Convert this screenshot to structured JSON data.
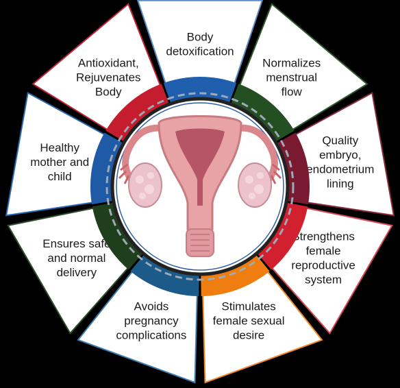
{
  "benefits": [
    {
      "lines": [
        "Body",
        "detoxification"
      ],
      "border_color": "#5b8dc9",
      "ring_color": "#1f5fae"
    },
    {
      "lines": [
        "Normalizes",
        "menstrual",
        "flow"
      ],
      "border_color": "#2f5a2c",
      "ring_color": "#244f22"
    },
    {
      "lines": [
        "Quality",
        "embryo,",
        "endometrium",
        "lining"
      ],
      "border_color": "#8a2a3e",
      "ring_color": "#7a1a30"
    },
    {
      "lines": [
        "Strengthens",
        "female",
        "reproductive",
        "system"
      ],
      "border_color": "#d84a55",
      "ring_color": "#d1202e"
    },
    {
      "lines": [
        "Stimulates",
        "female sexual",
        "desire"
      ],
      "border_color": "#f08a2a",
      "ring_color": "#ef7d10"
    },
    {
      "lines": [
        "Avoids",
        "pregnancy",
        "complications"
      ],
      "border_color": "#3f7fb0",
      "ring_color": "#1c5a8a"
    },
    {
      "lines": [
        "Ensures safe",
        "and normal",
        "delivery"
      ],
      "border_color": "#2f4f2c",
      "ring_color": "#1f3f1c"
    },
    {
      "lines": [
        "Healthy",
        "mother and",
        "child"
      ],
      "border_color": "#2b68b3",
      "ring_color": "#1f5aa6"
    },
    {
      "lines": [
        "Antioxidant,",
        "Rejuvenates",
        "Body"
      ],
      "border_color": "#c22535",
      "ring_color": "#c41e2e"
    }
  ],
  "center_icon": "uterus-illustration",
  "colors": {
    "background": "#000000",
    "panel_fill": "#ffffff",
    "center_border": "#222222",
    "ring_dash": "#9eaab8"
  }
}
